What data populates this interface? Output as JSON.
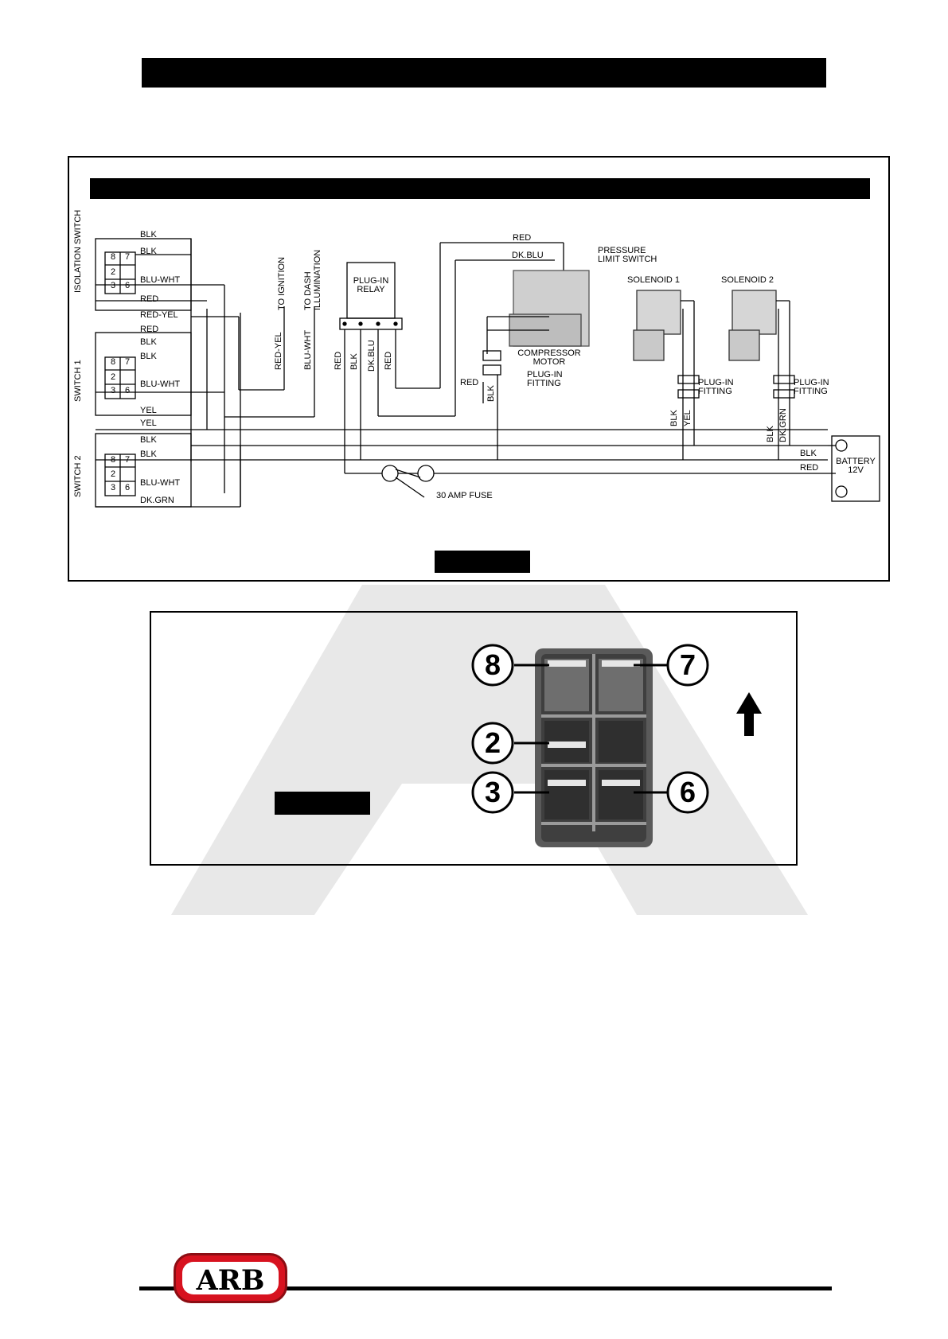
{
  "wiring_diagram": {
    "switches": {
      "isolation": "ISOLATION SWITCH",
      "switch1": "SWITCH 1",
      "switch2": "SWITCH 2"
    },
    "pins": {
      "p8": "8",
      "p7": "7",
      "p2": "2",
      "p3": "3",
      "p6": "6"
    },
    "left_wires": {
      "iso_blk1": "BLK",
      "iso_blk2": "BLK",
      "iso_bluwht": "BLU-WHT",
      "iso_red": "RED",
      "iso_redyel": "RED-YEL",
      "s1_red": "RED",
      "s1_blk1": "BLK",
      "s1_blk2": "BLK",
      "s1_bluwht": "BLU-WHT",
      "s1_yel": "YEL",
      "s2_yel": "YEL",
      "s2_blk1": "BLK",
      "s2_blk2": "BLK",
      "s2_bluwht": "BLU-WHT",
      "s2_dkgrn": "DK.GRN"
    },
    "to_ignition": "TO IGNITION",
    "to_dash_1": "TO DASH",
    "to_dash_2": "ILLUMINATION",
    "red_yel_vert": "RED-YEL",
    "blu_wht_vert": "BLU-WHT",
    "relay_1": "PLUG-IN",
    "relay_2": "RELAY",
    "relay_wires": {
      "red": "RED",
      "blk": "BLK",
      "dkblu": "DK.BLU",
      "red2": "RED"
    },
    "top_red": "RED",
    "top_dkblu": "DK.BLU",
    "pressure_1": "PRESSURE",
    "pressure_2": "LIMIT SWITCH",
    "compressor_1": "COMPRESSOR",
    "compressor_2": "MOTOR",
    "plugin_fitting_1": "PLUG-IN",
    "plugin_fitting_2": "FITTING",
    "red_mid": "RED",
    "blk_mid": "BLK",
    "solenoid1": "SOLENOID 1",
    "solenoid2": "SOLENOID 2",
    "sol_blk1": "BLK",
    "sol_yel": "YEL",
    "sol_blk2": "BLK",
    "sol_dkgrn": "DK.GRN",
    "battery_1": "BATTERY",
    "battery_2": "12V",
    "bat_blk": "BLK",
    "bat_red": "RED",
    "fuse": "30 AMP FUSE"
  },
  "switch_photo": {
    "pin_8": "8",
    "pin_7": "7",
    "pin_2": "2",
    "pin_3": "3",
    "pin_6": "6"
  },
  "footer": {
    "logo": "ARB"
  },
  "colors": {
    "watermark": "#e8e8e8",
    "logo_red": "#d7121f"
  }
}
